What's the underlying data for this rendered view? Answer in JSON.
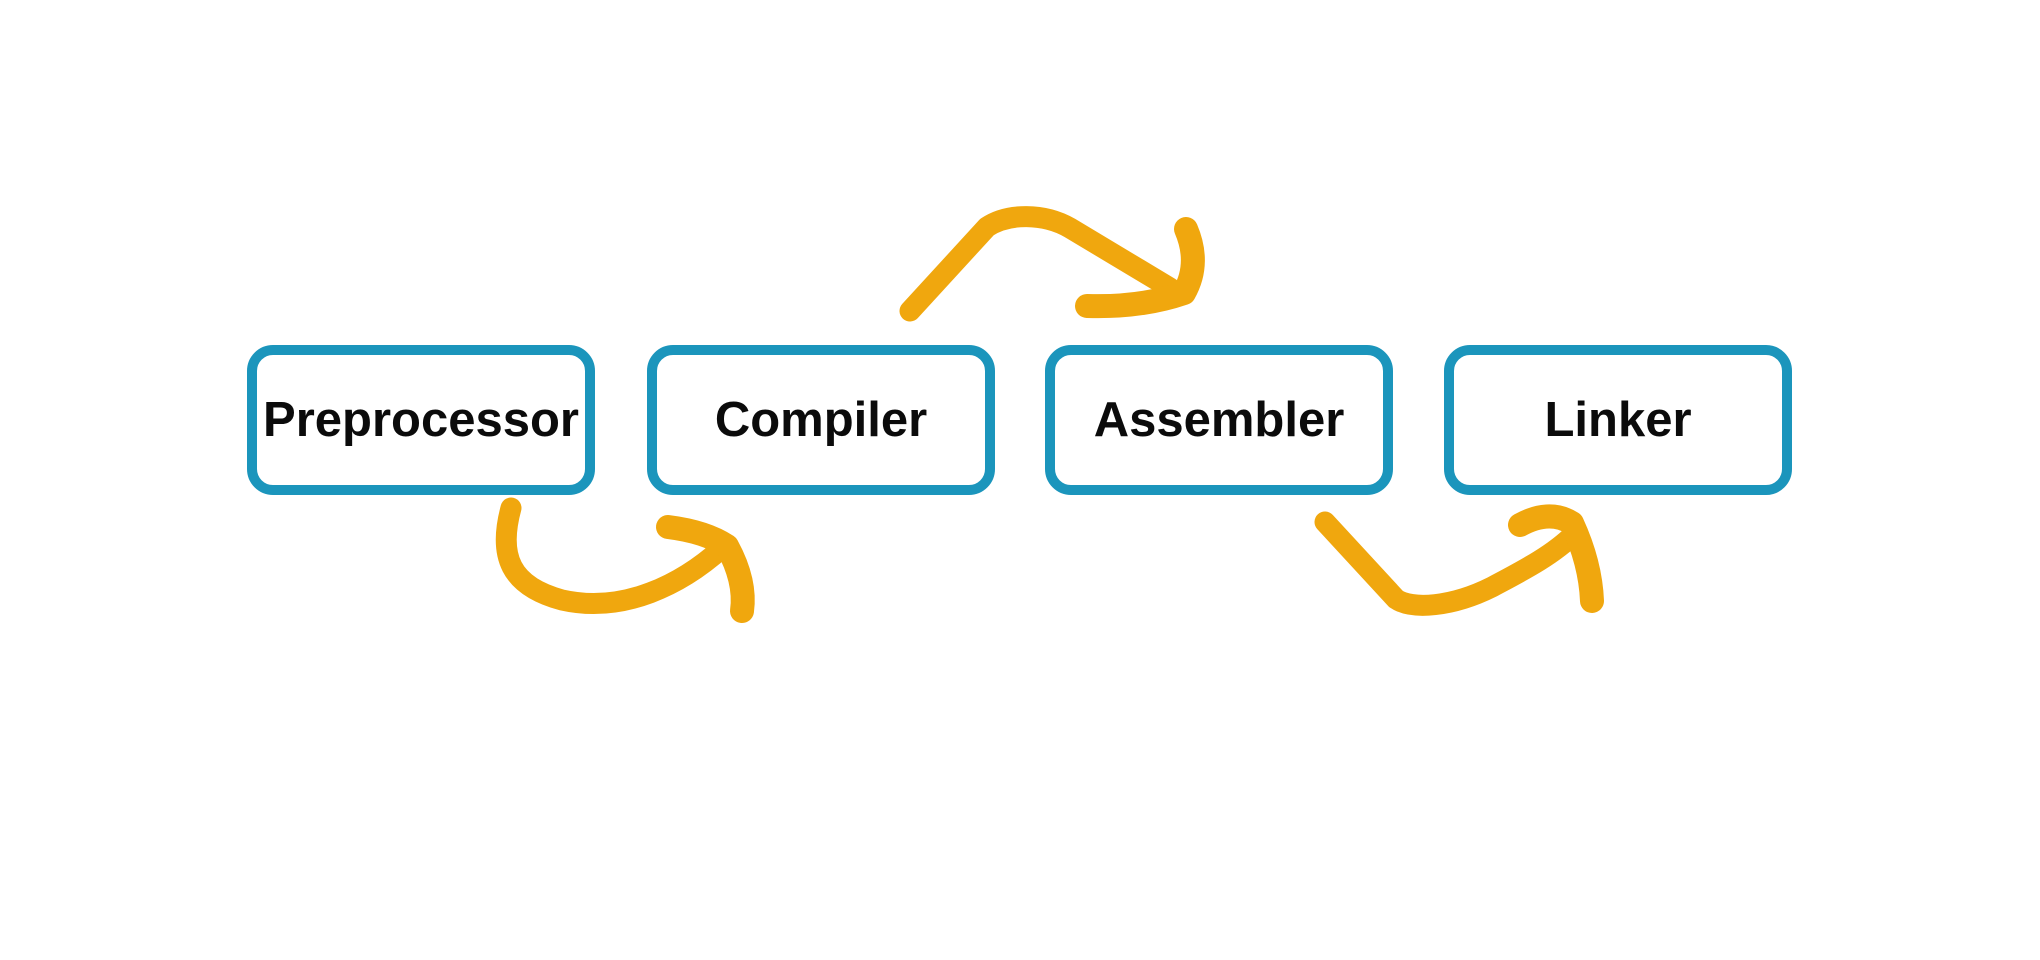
{
  "diagram": {
    "nodes": [
      {
        "id": "preprocessor",
        "label": "Preprocessor"
      },
      {
        "id": "compiler",
        "label": "Compiler"
      },
      {
        "id": "assembler",
        "label": "Assembler"
      },
      {
        "id": "linker",
        "label": "Linker"
      }
    ],
    "arrows": [
      {
        "from": "Preprocessor",
        "to": "Compiler",
        "position": "below",
        "style": "hand-drawn"
      },
      {
        "from": "Compiler",
        "to": "Assembler",
        "position": "above",
        "style": "hand-drawn"
      },
      {
        "from": "Assembler",
        "to": "Linker",
        "position": "below",
        "style": "hand-drawn"
      }
    ],
    "colors": {
      "background": "#FFFFFF",
      "node_border": "#1B95BC",
      "node_fill": "#FFFFFF",
      "label_text": "#0B0B0B",
      "arrow": "#F0A70E"
    }
  }
}
